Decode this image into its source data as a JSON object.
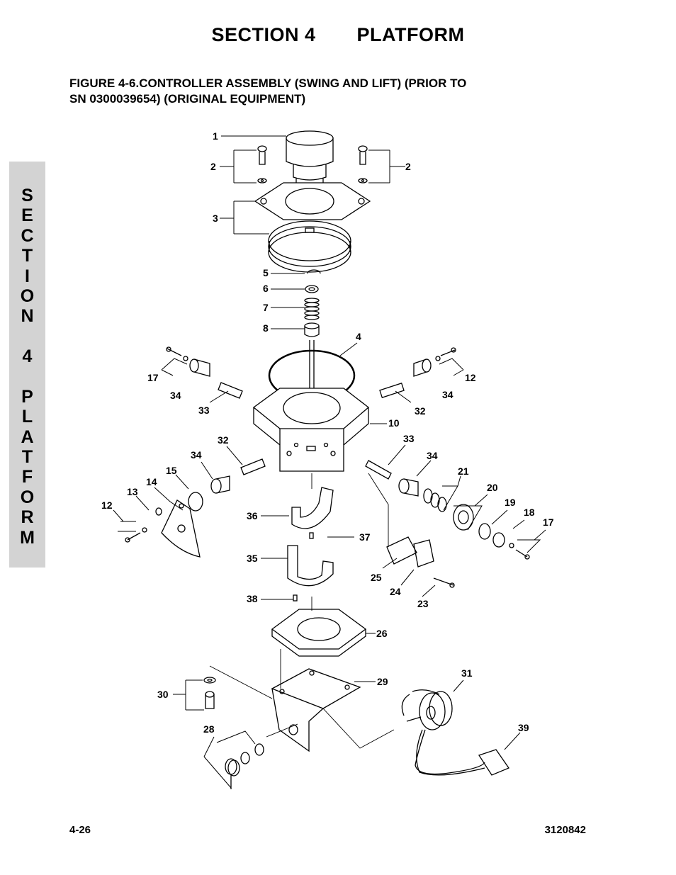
{
  "header": {
    "section_label": "SECTION 4",
    "section_name": "PLATFORM"
  },
  "figure": {
    "title_line1": "FIGURE 4-6.CONTROLLER ASSEMBLY (SWING AND LIFT) (PRIOR TO",
    "title_line2": "SN 0300039654) (ORIGINAL EQUIPMENT)"
  },
  "side_tab": {
    "letters": [
      "S",
      "E",
      "C",
      "T",
      "I",
      "O",
      "N",
      "",
      "4",
      "",
      "P",
      "L",
      "A",
      "T",
      "F",
      "O",
      "R",
      "M"
    ]
  },
  "callouts": [
    "1",
    "2",
    "2",
    "3",
    "5",
    "6",
    "7",
    "8",
    "4",
    "17",
    "34",
    "12",
    "34",
    "33",
    "32",
    "10",
    "32",
    "33",
    "34",
    "34",
    "15",
    "21",
    "14",
    "13",
    "20",
    "12",
    "19",
    "18",
    "17",
    "36",
    "37",
    "35",
    "25",
    "24",
    "23",
    "38",
    "26",
    "31",
    "29",
    "30",
    "39",
    "28"
  ],
  "footer": {
    "page_number": "4-26",
    "doc_number": "3120842"
  }
}
